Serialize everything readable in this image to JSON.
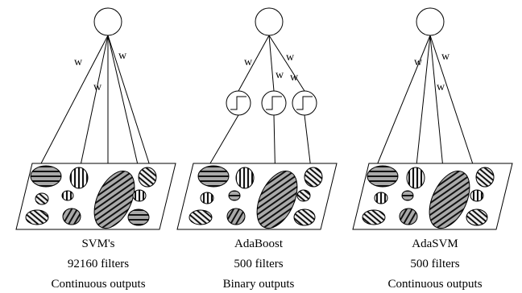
{
  "weight_label": "w",
  "panels": [
    {
      "name": "SVM's",
      "filters": "92160 filters",
      "outputs": "Continuous outputs"
    },
    {
      "name": "AdaBoost",
      "filters": "500 filters",
      "outputs": "Binary outputs"
    },
    {
      "name": "AdaSVM",
      "filters": "500 filters",
      "outputs": "Continuous outputs"
    }
  ]
}
